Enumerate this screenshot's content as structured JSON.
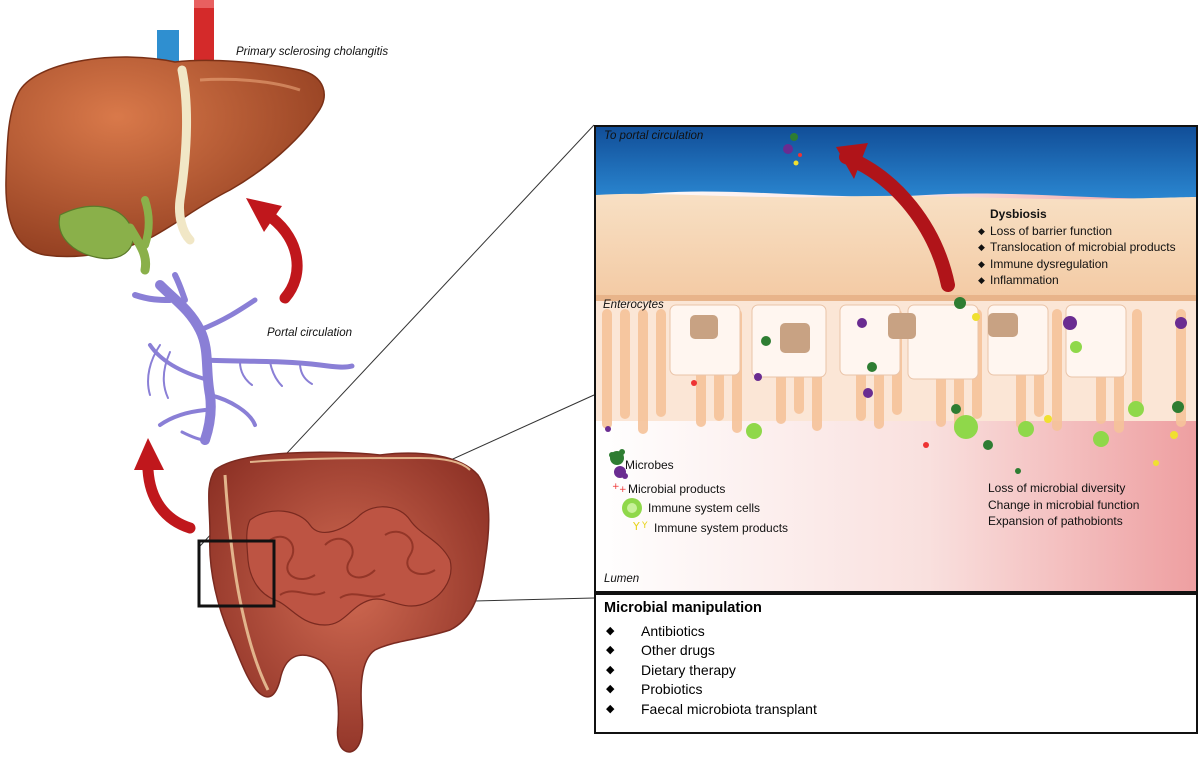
{
  "labels": {
    "psc": "Primary sclerosing cholangitis",
    "portal_circulation": "Portal circulation",
    "to_portal": "To portal circulation",
    "enterocytes": "Enterocytes",
    "lumen": "Lumen"
  },
  "dysbiosis": {
    "title": "Dysbiosis",
    "items": [
      "Loss of barrier function",
      "Translocation of microbial products",
      "Immune dysregulation",
      "Inflammation"
    ]
  },
  "legend": {
    "microbes": "Microbes",
    "microbial_products": "Microbial products",
    "immune_cells": "Immune system cells",
    "immune_products": "Immune system products"
  },
  "diversity_effects": [
    "Loss of microbial diversity",
    "Change in microbial function",
    "Expansion of pathobionts"
  ],
  "manipulation": {
    "title": "Microbial manipulation",
    "items": [
      "Antibiotics",
      "Other drugs",
      "Dietary therapy",
      "Probiotics",
      "Faecal microbiota transplant"
    ]
  },
  "colors": {
    "blood": "#1e6bb8",
    "liver": "#b8552e",
    "gallbladder": "#8ab04a",
    "portal_vein": "#8a7fd6",
    "intestine": "#b5483a",
    "arrow": "#c0171c",
    "epithelium": "#f6d4b0",
    "lumen": "#f3c8c6"
  },
  "icons": [
    "microbe-icon",
    "microbial-product-icon",
    "immune-cell-icon",
    "immune-product-icon"
  ]
}
